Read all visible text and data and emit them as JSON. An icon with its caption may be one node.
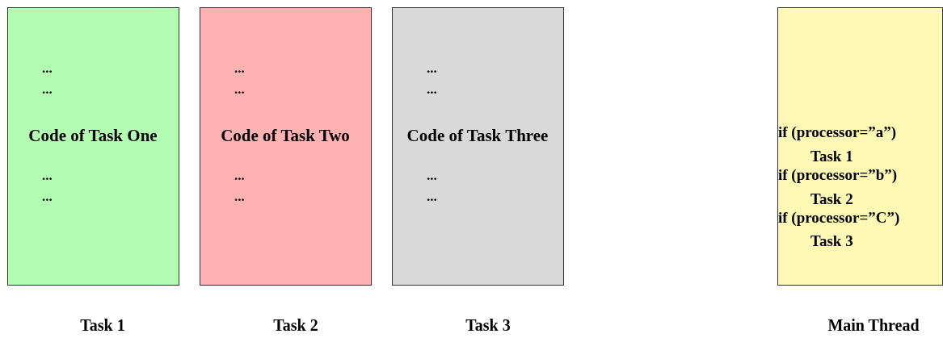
{
  "diagram": {
    "nodes": [
      {
        "text": [
          "...",
          "...",
          "Code of Task One",
          "...",
          "..."
        ],
        "beside": [
          "Task 1"
        ]
      },
      {
        "text": [
          "...",
          "...",
          "Code of Task Two",
          "...",
          "..."
        ],
        "beside": [
          "Task 2"
        ]
      },
      {
        "text": [
          "...",
          "...",
          "Code of Task Three",
          "...",
          "..."
        ],
        "beside": [
          "Task 3"
        ]
      },
      {
        "text": [
          "if (processor=”a”)",
          "Task 1",
          "if (processor=”b”)",
          "Task 2",
          "if (processor=”C”)",
          "Task 3"
        ],
        "beside": [
          "Main Thread"
        ]
      }
    ]
  }
}
